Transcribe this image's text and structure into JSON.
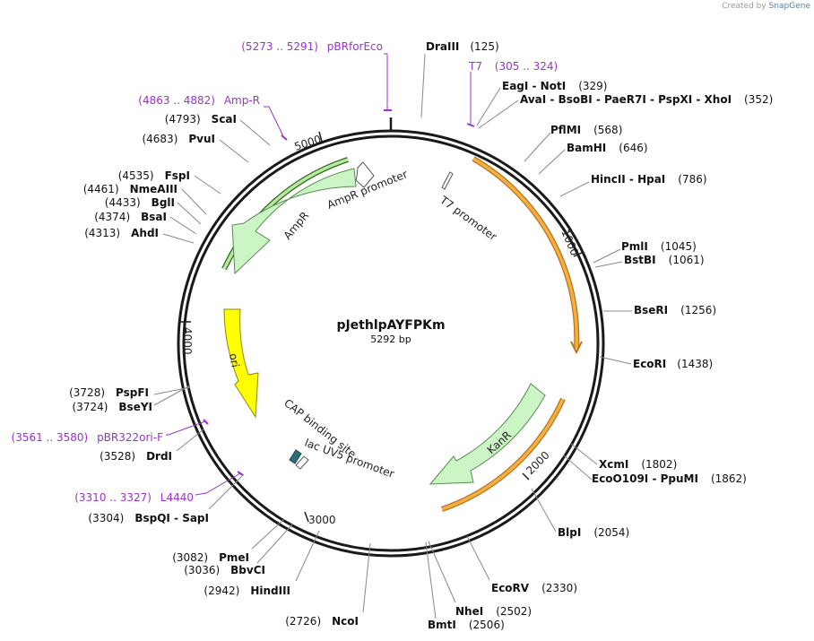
{
  "branding": {
    "prefix": "Created by",
    "product": "SnapGene"
  },
  "plasmid": {
    "name": "pJethlpAYFPKm",
    "length_label": "5292 bp",
    "length": 5292
  },
  "colors": {
    "primer": "#9933cc",
    "backbone": "#1a1a1a",
    "orange": "#f5b041",
    "green": "#ccf5c6",
    "yellow": "#ffff00"
  },
  "ticks": [
    "1000",
    "2000",
    "3000",
    "4000",
    "5000"
  ],
  "features": [
    {
      "name": "AmpR promoter",
      "type": "promoter"
    },
    {
      "name": "AmpR",
      "type": "cds"
    },
    {
      "name": "T7 promoter",
      "type": "promoter"
    },
    {
      "name": "ori",
      "type": "rep_origin"
    },
    {
      "name": "KanR",
      "type": "cds"
    },
    {
      "name": "CAP binding site",
      "type": "protein_bind"
    },
    {
      "name": "lac UV5 promoter",
      "type": "promoter"
    }
  ],
  "primers": [
    {
      "range": "(5273 .. 5291)",
      "name": "pBRforEco"
    },
    {
      "range": "(305 .. 324)",
      "name": "T7"
    },
    {
      "range": "(4863 .. 4882)",
      "name": "Amp-R"
    },
    {
      "range": "(3561 .. 3580)",
      "name": "pBR322ori-F"
    },
    {
      "range": "(3310 .. 3327)",
      "name": "L4440"
    }
  ],
  "sites": [
    {
      "name": "DraIII",
      "pos": "(125)"
    },
    {
      "name": "EagI  -  NotI",
      "pos": "(329)"
    },
    {
      "name": "AvaI  -  BsoBI  -  PaeR7I  -  PspXI  -  XhoI",
      "pos": "(352)"
    },
    {
      "name": "PflMI",
      "pos": "(568)"
    },
    {
      "name": "BamHI",
      "pos": "(646)"
    },
    {
      "name": "HincII  -  HpaI",
      "pos": "(786)"
    },
    {
      "name": "PmlI",
      "pos": "(1045)"
    },
    {
      "name": "BstBI",
      "pos": "(1061)"
    },
    {
      "name": "BseRI",
      "pos": "(1256)"
    },
    {
      "name": "EcoRI",
      "pos": "(1438)"
    },
    {
      "name": "XcmI",
      "pos": "(1802)"
    },
    {
      "name": "EcoO109I  -  PpuMI",
      "pos": "(1862)"
    },
    {
      "name": "BlpI",
      "pos": "(2054)"
    },
    {
      "name": "EcoRV",
      "pos": "(2330)"
    },
    {
      "name": "NheI",
      "pos": "(2502)"
    },
    {
      "name": "BmtI",
      "pos": "(2506)"
    },
    {
      "name": "NcoI",
      "pos": "(2726)"
    },
    {
      "name": "HindIII",
      "pos": "(2942)"
    },
    {
      "name": "BbvCI",
      "pos": "(3036)"
    },
    {
      "name": "PmeI",
      "pos": "(3082)"
    },
    {
      "name": "BspQI  -  SapI",
      "pos": "(3304)"
    },
    {
      "name": "DrdI",
      "pos": "(3528)"
    },
    {
      "name": "BseYI",
      "pos": "(3724)"
    },
    {
      "name": "PspFI",
      "pos": "(3728)"
    },
    {
      "name": "AhdI",
      "pos": "(4313)"
    },
    {
      "name": "BsaI",
      "pos": "(4374)"
    },
    {
      "name": "BglI",
      "pos": "(4433)"
    },
    {
      "name": "NmeAIII",
      "pos": "(4461)"
    },
    {
      "name": "FspI",
      "pos": "(4535)"
    },
    {
      "name": "PvuI",
      "pos": "(4683)"
    },
    {
      "name": "ScaI",
      "pos": "(4793)"
    }
  ]
}
